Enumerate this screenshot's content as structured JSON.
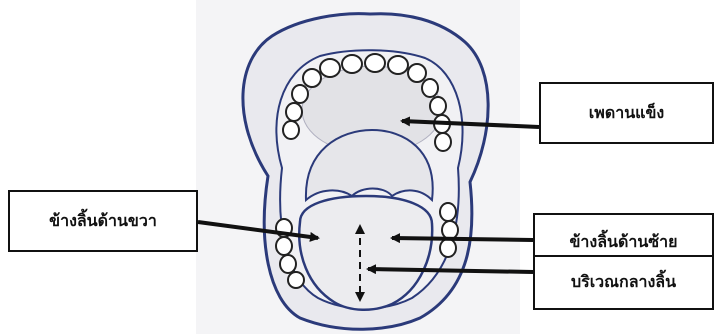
{
  "labels": {
    "hard_palate": "เพดานแข็ง",
    "tongue_right_side": "ข้างลิ้นด้านขวา",
    "tongue_left_side": "ข้างลิ้นด้านซ้าย",
    "tongue_middle_area": "บริเวณกลางลิ้น"
  },
  "colors": {
    "outline": "#2b3a7a",
    "arrow": "#111111",
    "label_border": "#111111"
  }
}
